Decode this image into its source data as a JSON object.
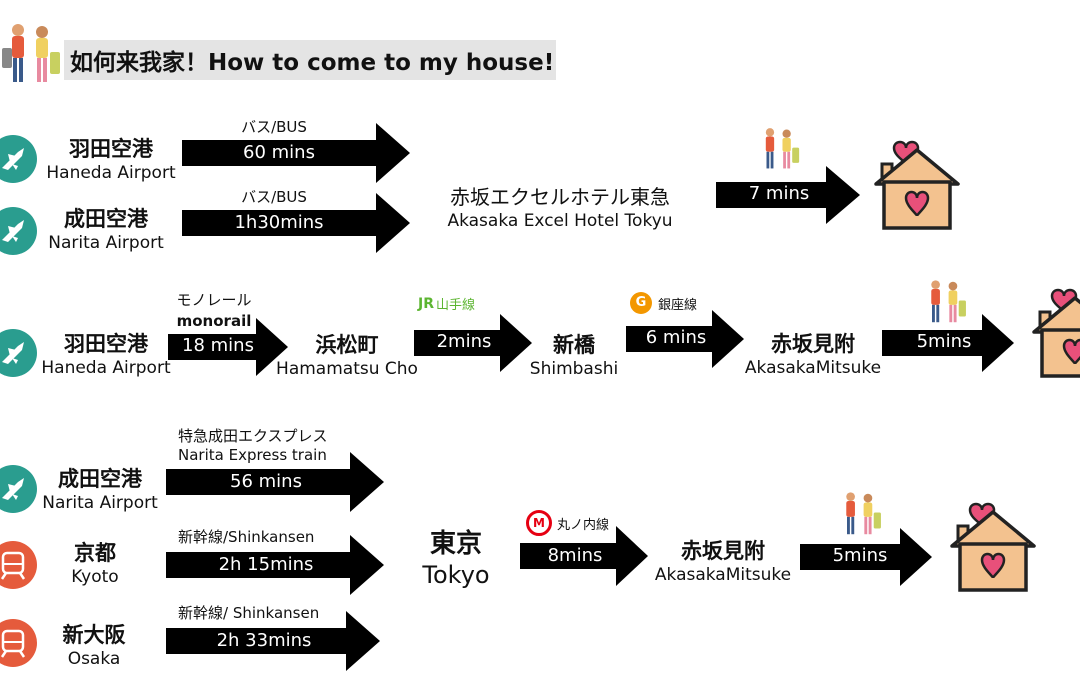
{
  "header": {
    "title": "如何来我家！How to come to my house!"
  },
  "colors": {
    "plane": "#2a9d8f",
    "train": "#e55b3c",
    "arrow": "#000000",
    "house": "#f3c28f",
    "heart": "#e8507a",
    "jr": "#5cb531",
    "ginza": "#f39700",
    "marunouchi": "#e60012"
  },
  "section1": {
    "haneda": {
      "jp": "羽田空港",
      "en": "Haneda Airport"
    },
    "narita": {
      "jp": "成田空港",
      "en": "Narita Airport"
    },
    "bus1": {
      "above": "バス/BUS",
      "time": "60 mins"
    },
    "bus2": {
      "above": "バス/BUS",
      "time": "1h30mins"
    },
    "hotel": {
      "jp": "赤坂エクセルホテル東急",
      "en": "Akasaka Excel Hotel Tokyu"
    },
    "walk": {
      "time": "7 mins"
    }
  },
  "section2": {
    "haneda": {
      "jp": "羽田空港",
      "en": "Haneda Airport"
    },
    "mono": {
      "above_jp": "モノレール",
      "above_en": "monorail",
      "time": "18 mins"
    },
    "hamamatsucho": {
      "jp": "浜松町",
      "en": "Hamamatsu Cho"
    },
    "jr": {
      "badge": "JR",
      "line": "山手線",
      "time": "2mins"
    },
    "shimbashi": {
      "jp": "新橋",
      "en": "Shimbashi"
    },
    "ginza": {
      "badge": "G",
      "line": "銀座線",
      "time": "6 mins"
    },
    "akasakamitsuke": {
      "jp": "赤坂見附",
      "en": "AkasakaMitsuke"
    },
    "walk": {
      "time": "5mins"
    }
  },
  "section3": {
    "narita": {
      "jp": "成田空港",
      "en": "Narita Airport"
    },
    "nex": {
      "above_jp": "特急成田エクスプレス",
      "above_en": "Narita Express train",
      "time": "56 mins"
    },
    "kyoto": {
      "jp": "京都",
      "en": "Kyoto"
    },
    "shink1": {
      "above": "新幹線/Shinkansen",
      "time": "2h 15mins"
    },
    "osaka": {
      "jp": "新大阪",
      "en": "Osaka"
    },
    "shink2": {
      "above": "新幹線/ Shinkansen",
      "time": "2h 33mins"
    },
    "tokyo": {
      "jp": "東京",
      "en": "Tokyo"
    },
    "maru": {
      "badge": "M",
      "line": "丸ノ内線",
      "time": "8mins"
    },
    "akasakamitsuke": {
      "jp": "赤坂見附",
      "en": "AkasakaMitsuke"
    },
    "walk": {
      "time": "5mins"
    }
  }
}
